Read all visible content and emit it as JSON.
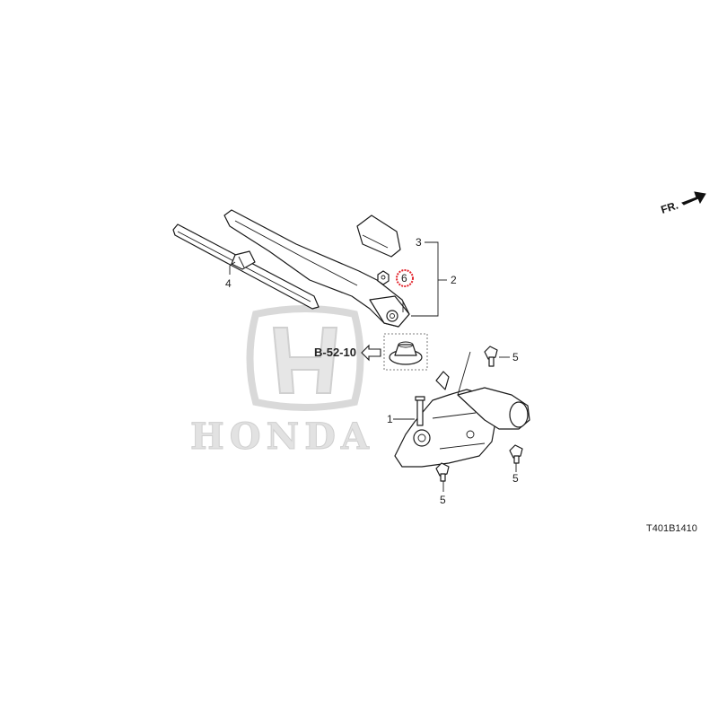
{
  "diagram": {
    "direction_label": "FR.",
    "reference_label": "B-52-10",
    "illustration_code": "T401B1410",
    "watermark": "HONDA",
    "colors": {
      "line": "#1a1a1a",
      "highlight": "#e3262e",
      "watermark": "#d9d9d9",
      "background": "#ffffff"
    },
    "callouts": {
      "c1": "1",
      "c2": "2",
      "c3": "3",
      "c4": "4",
      "c5a": "5",
      "c5b": "5",
      "c5c": "5",
      "c6": "6"
    }
  }
}
